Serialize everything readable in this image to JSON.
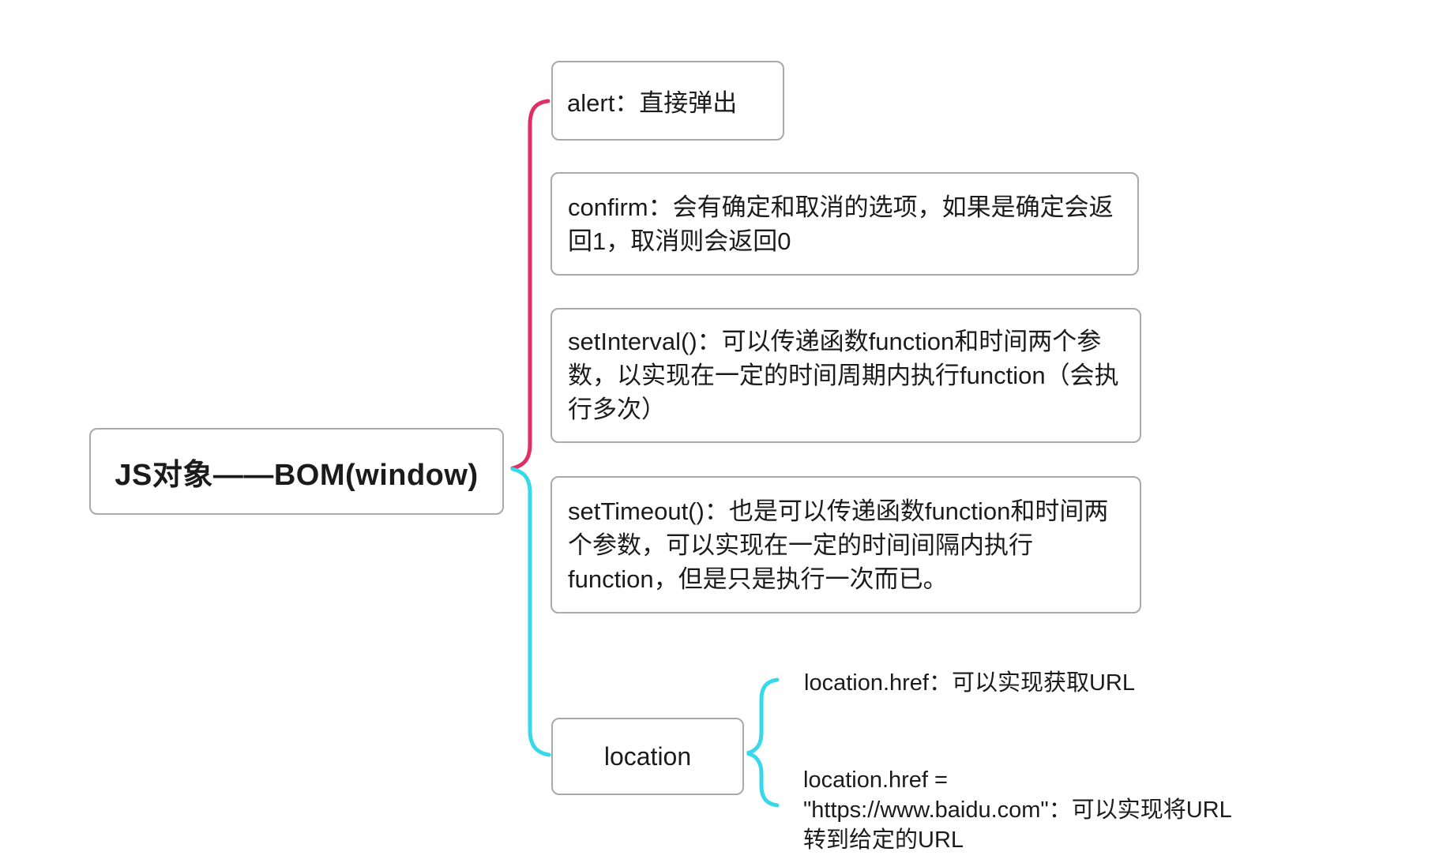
{
  "map": {
    "root_label": "JS对象——BOM(window)",
    "top_branch": [
      {
        "id": "alert",
        "label": "alert：直接弹出"
      },
      {
        "id": "confirm",
        "label": "confirm：会有确定和取消的选项，如果是确定会返回1，取消则会返回0"
      },
      {
        "id": "setInterval",
        "label": "setInterval()：可以传递函数function和时间两个参数，以实现在一定的时间周期内执行function（会执行多次）"
      },
      {
        "id": "setTimeout",
        "label": "setTimeout()：也是可以传递函数function和时间两个参数，可以实现在一定的时间间隔内执行function，但是只是执行一次而已。"
      }
    ],
    "bottom_branch": {
      "label": "location",
      "children": [
        {
          "label": "location.href：可以实现获取URL"
        },
        {
          "label": "location.href = \"https://www.baidu.com\"：可以实现将URL转到给定的URL",
          "lines": [
            "location.href =",
            "\"https://www.baidu.com\"：可以实现将URL",
            "转到给定的URL"
          ]
        }
      ]
    }
  },
  "colors": {
    "top_branch": "#df2f63",
    "bottom_branch": "#36d9e9",
    "node_border": "#a9a9a9",
    "text": "#1b1b1b",
    "background": "#ffffff"
  }
}
